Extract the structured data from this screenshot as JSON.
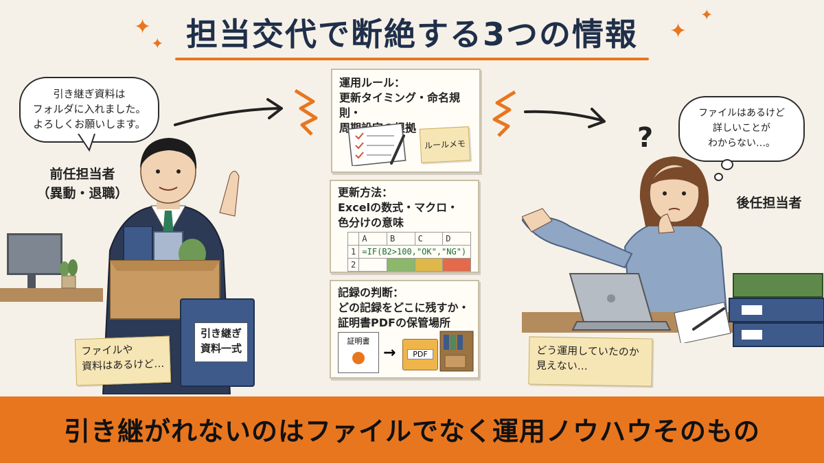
{
  "title": "担当交代で断絶する3つの情報",
  "banner": "引き継がれないのはファイルでなく運用ノウハウそのもの",
  "left": {
    "speech": [
      "引き継ぎ資料は",
      "フォルダに入れました。",
      "よろしくお願いします。"
    ],
    "role_lines": [
      "前任担当者",
      "（異動・退職）"
    ],
    "note": [
      "ファイルや",
      "資料はあるけど…"
    ],
    "binder_label": [
      "引き継ぎ",
      "資料一式"
    ]
  },
  "right": {
    "thought": [
      "ファイルはあるけど",
      "詳しいことが",
      "わからない…。"
    ],
    "role": "後任担当者",
    "question_mark": "?",
    "note": [
      "どう運用していたのか",
      "見えない…"
    ]
  },
  "cards": {
    "card1": {
      "heading": "運用ルール：",
      "lines": [
        "更新タイミング・命名規則・",
        "周期設定の根拠"
      ],
      "memo": "ルールメモ"
    },
    "card2": {
      "heading": "更新方法：",
      "lines": [
        "Excelの数式・マクロ・",
        "色分けの意味"
      ],
      "sheet_cols": [
        "",
        "A",
        "B",
        "C",
        "D"
      ],
      "row1_num": "1",
      "formula": "=IF(B2>100,\"OK\",\"NG\")",
      "row2_num": "2",
      "cell_colors": [
        "#8bb86a",
        "#e0b84a",
        "#e36a4a"
      ]
    },
    "card3": {
      "heading": "記録の判断：",
      "lines": [
        "どの記録をどこに残すか・",
        "証明書PDFの保管場所"
      ],
      "certificate": "証明書",
      "pdf": "PDF"
    }
  },
  "colors": {
    "accent": "#e8761f",
    "navy": "#1f2f4a",
    "binder": "#3d5a8a"
  }
}
